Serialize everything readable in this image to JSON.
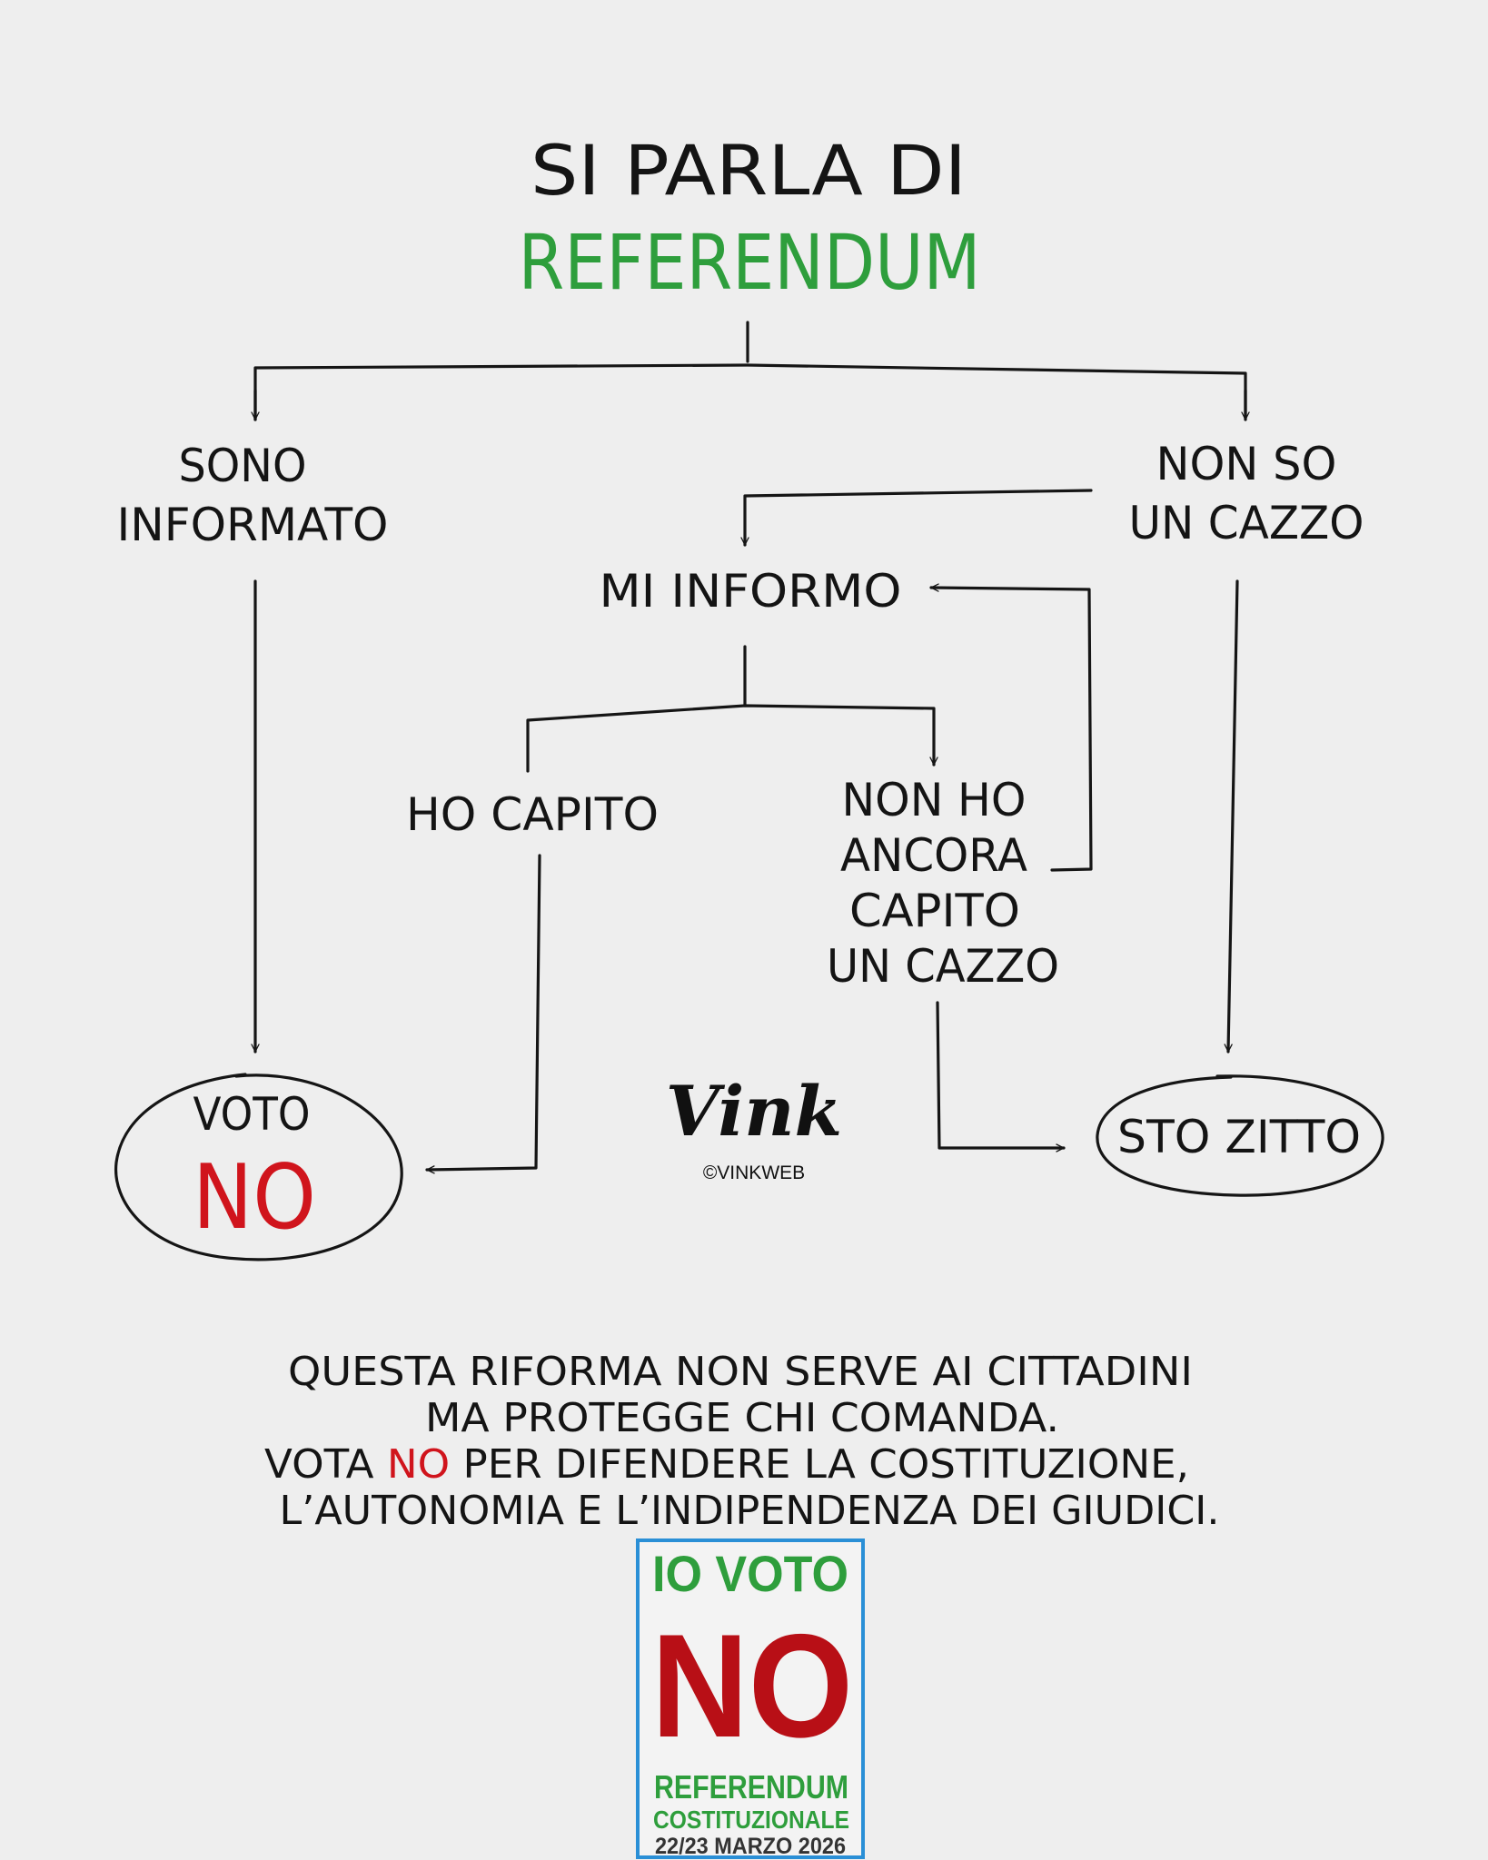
{
  "title": {
    "line1": "SI PARLA DI",
    "line2": "REFERENDUM"
  },
  "nodes": {
    "informed": [
      "SONO",
      "INFORMATO"
    ],
    "dont_know": [
      "NON SO",
      "UN CAZZO"
    ],
    "inform_myself": "MI INFORMO",
    "understood": "HO CAPITO",
    "not_understood": [
      "NON HO",
      "ANCORA",
      "CAPITO",
      "UN CAZZO"
    ],
    "vote_no": {
      "line1": "VOTO",
      "line2": "NO"
    },
    "stay_silent": "STO ZITTO"
  },
  "signature": {
    "name": "Vink",
    "credit": "©VINKWEB"
  },
  "message": {
    "line1": "QUESTA RIFORMA NON SERVE AI CITTADINI",
    "line2": "MA PROTEGGE CHI COMANDA.",
    "line3_a": "VOTA ",
    "line3_b": "NO",
    "line3_c": " PER DIFENDERE LA COSTITUZIONE,",
    "line4": "L’AUTONOMIA E L’INDIPENDENZA DEI GIUDICI."
  },
  "logo": {
    "line1": "IO VOTO",
    "line2": "NO",
    "line3": "REFERENDUM",
    "line4": "COSTITUZIONALE",
    "line5": "22/23 MARZO 2026"
  },
  "colors": {
    "green": "#2e9e3c",
    "red": "#d0141c",
    "logo_red": "#b80f16",
    "logo_blue": "#2a8fd6",
    "background": "#eeeeee"
  }
}
